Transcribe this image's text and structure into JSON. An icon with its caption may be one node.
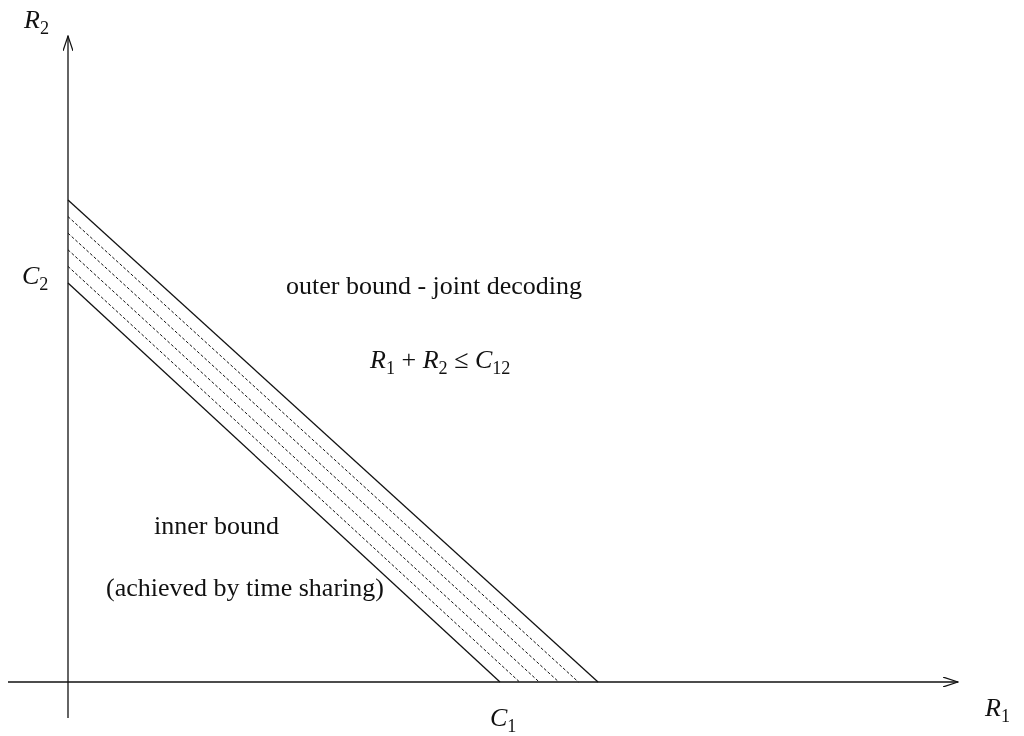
{
  "diagram": {
    "labels": [
      "*R*$_{2}$",
      "*C*$_{2}$",
      "outer bound - joint decoding",
      "*R*$_{1}$ + *R*$_{2}$ ≤ *C*$_{12}$",
      "inner bound",
      "(achieved by time sharing)",
      "*C*$_{1}$",
      "*R*$_{1}$"
    ]
  }
}
